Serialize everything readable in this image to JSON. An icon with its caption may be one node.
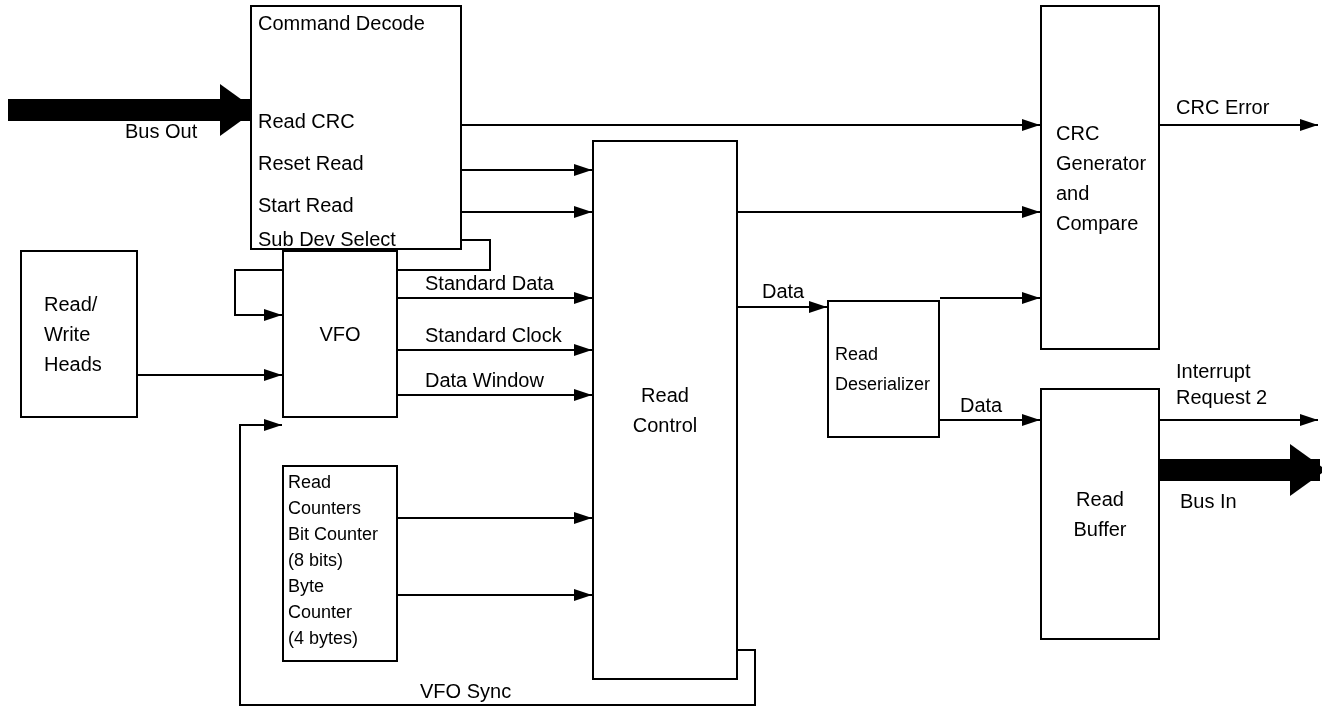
{
  "diagram": {
    "nodes": [
      {
        "text": [
          "Command Decode",
          "Read CRC",
          "Reset Read",
          "Start Read",
          "Sub Dev Select"
        ]
      },
      {
        "text": [
          "Read/ Write Heads"
        ]
      },
      {
        "text": [
          "VFO"
        ]
      },
      {
        "text": [
          "Read Counters",
          "Bit Counter (8 bits)",
          "Byte Counter (4 bytes)"
        ]
      },
      {
        "text": [
          "Read Control"
        ]
      },
      {
        "text": [
          "Read Deserializer"
        ]
      },
      {
        "text": [
          "CRC Generator and Compare"
        ]
      },
      {
        "text": [
          "Read Buffer"
        ]
      }
    ],
    "edges": [
      {
        "from": null,
        "to": 0,
        "arrow": "to",
        "label": "Bus Out",
        "style": "thick"
      },
      {
        "from": 0,
        "to": 6,
        "arrow": "to"
      },
      {
        "from": 0,
        "to": 4,
        "arrow": "to"
      },
      {
        "from": 0,
        "to": 4,
        "arrow": "to"
      },
      {
        "from": 0,
        "to": 2,
        "arrow": "to"
      },
      {
        "from": 1,
        "to": 2,
        "arrow": "to"
      },
      {
        "from": 4,
        "to": 2,
        "arrow": "to",
        "label": "VFO Sync"
      },
      {
        "from": 2,
        "to": 4,
        "arrow": "to",
        "label": "Standard Data"
      },
      {
        "from": 2,
        "to": 4,
        "arrow": "to",
        "label": "Standard Clock"
      },
      {
        "from": 2,
        "to": 4,
        "arrow": "to",
        "label": "Data Window"
      },
      {
        "from": 3,
        "to": 4,
        "arrow": "to"
      },
      {
        "from": 3,
        "to": 4,
        "arrow": "to"
      },
      {
        "from": 4,
        "to": 6,
        "arrow": "to"
      },
      {
        "from": 4,
        "to": 5,
        "arrow": "to",
        "label": "Data"
      },
      {
        "from": 5,
        "to": 6,
        "arrow": "to"
      },
      {
        "from": 5,
        "to": 7,
        "arrow": "to",
        "label": "Data"
      },
      {
        "from": 6,
        "to": null,
        "arrow": "to",
        "label": "CRC Error"
      },
      {
        "from": 7,
        "to": null,
        "arrow": "to",
        "label": "Interrupt Request 2"
      },
      {
        "from": 7,
        "to": null,
        "arrow": "to",
        "label": "Bus In",
        "style": "thick"
      }
    ]
  }
}
